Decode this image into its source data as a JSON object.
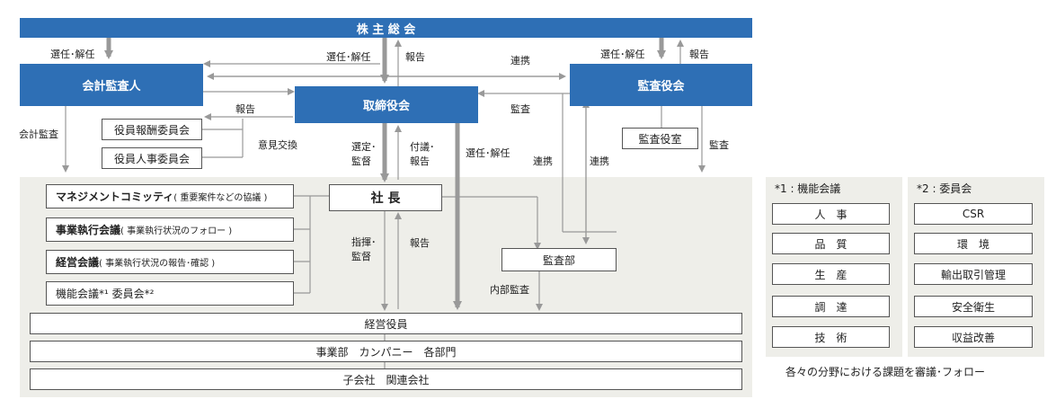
{
  "shareholders": "株 主 総 会",
  "auditor_ext": "会計監査人",
  "board": "取締役会",
  "audit_board": "監査役会",
  "audit_office": "監査役室",
  "comp_committee": "役員報酬委員会",
  "nom_committee": "役員人事委員会",
  "president": "社 長",
  "internal_audit": "監査部",
  "left_meetings": {
    "m1": "マネジメントコミッティ",
    "m1_sub": "( 重要案件などの協議 )",
    "m2": "事業執行会議",
    "m2_sub": "( 事業執行状況のフォロー )",
    "m3": "経営会議",
    "m3_sub": "( 事業執行状況の報告･確認 )",
    "m4": "機能会議*¹ 委員会*²"
  },
  "bottom": {
    "officers": "経営役員",
    "divisions": "事業部　カンパニー　各部門",
    "subsidiaries": "子会社　関連会社"
  },
  "labels": {
    "elect_dismiss": "選任･解任",
    "report": "報告",
    "cooperation": "連携",
    "audit": "監査",
    "accounting_audit": "会計監査",
    "opinion_exchange": "意見交換",
    "select": "選定･",
    "supervise": "監督",
    "submit": "付議･",
    "report2": "報告",
    "direct": "指揮･",
    "internal_audit_lbl": "内部監査"
  },
  "functional": {
    "title": "*1 : 機能会議",
    "items": [
      "人　事",
      "品　質",
      "生　産",
      "調　達",
      "技　術"
    ]
  },
  "committees": {
    "title": "*2 : 委員会",
    "items": [
      "CSR",
      "環　境",
      "輸出取引管理",
      "安全衛生",
      "収益改善"
    ]
  },
  "note": "各々の分野における課題を審議･フォロー",
  "colors": {
    "blue": "#2e6fb5",
    "panel": "#eeeee9",
    "arrow": "#999999"
  }
}
